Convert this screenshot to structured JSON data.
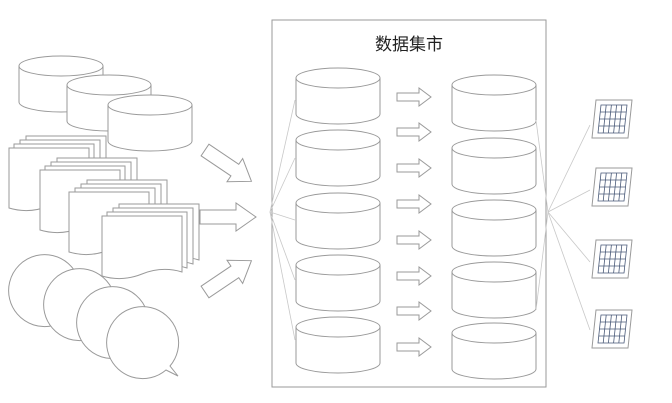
{
  "diagram": {
    "title": "数据集市",
    "colors": {
      "stroke": "#9a9a9a",
      "fill": "#ffffff",
      "grid_stroke": "#4a5a78",
      "fan_line": "#c8c8c8"
    },
    "sources": [
      "database",
      "document",
      "bubble"
    ],
    "mart_columns": 2,
    "mart_rows": 5,
    "outputs": 4
  }
}
